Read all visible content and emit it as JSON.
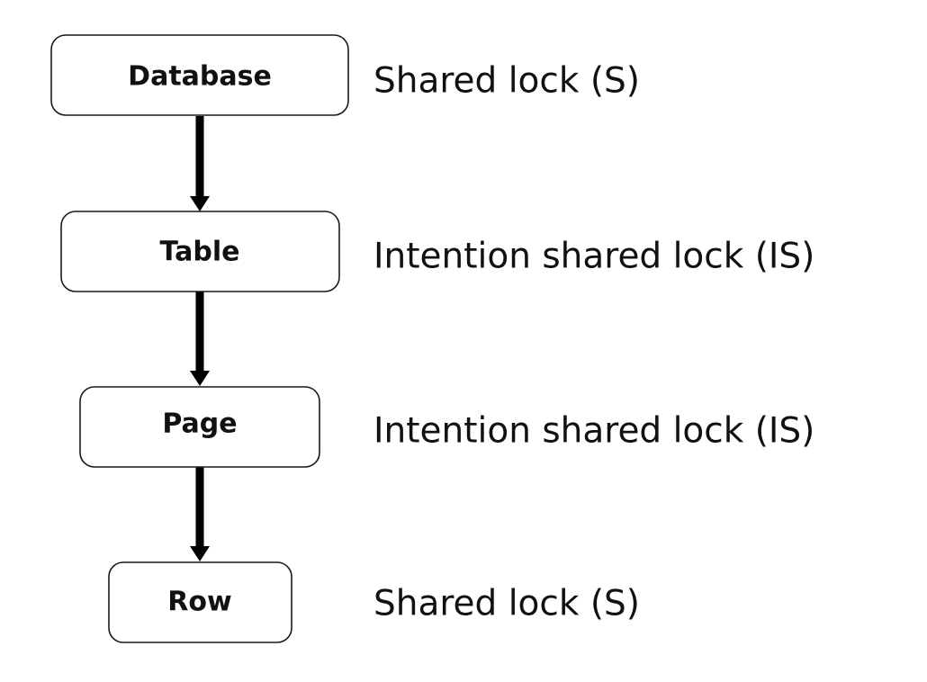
{
  "levels": [
    {
      "node": "Database",
      "lock": "Shared lock (S)"
    },
    {
      "node": "Table",
      "lock": "Intention shared lock (IS)"
    },
    {
      "node": "Page",
      "lock": "Intention shared lock (IS)"
    },
    {
      "node": "Row",
      "lock": "Shared lock (S)"
    }
  ],
  "colors": {
    "stroke": "#1a1a1a",
    "arrow": "#000000",
    "text": "#111111",
    "background": "#ffffff"
  }
}
